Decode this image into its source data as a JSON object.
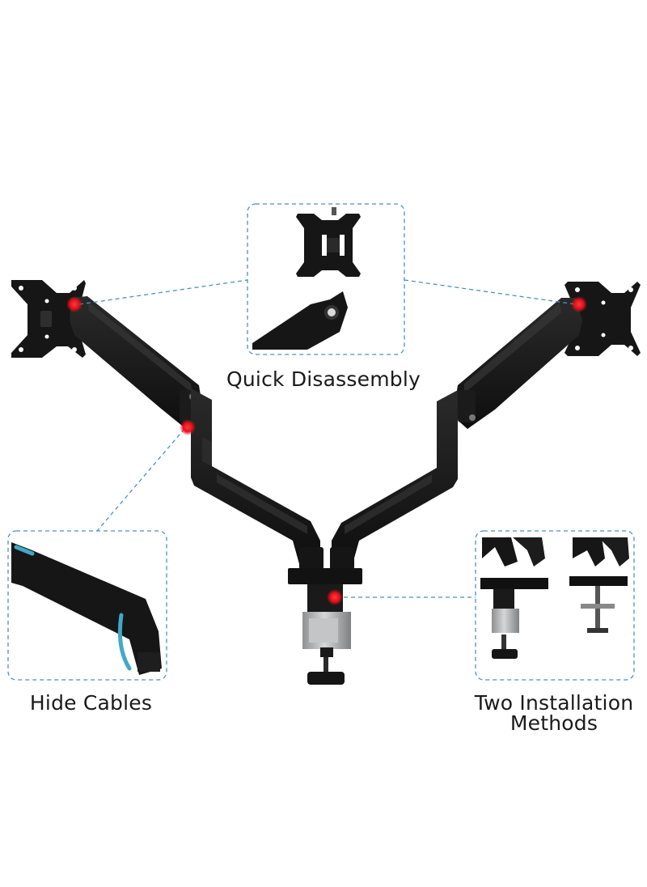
{
  "callouts": {
    "quick_disassembly": "Quick Disassembly",
    "hide_cables": "Hide Cables",
    "two_installation_line1": "Two Installation",
    "two_installation_line2": "Methods"
  },
  "colors": {
    "arm": "#161616",
    "arm_highlight": "#2e2e2e",
    "callout_border": "#4a90c8",
    "hotspot": "#e8101a",
    "clamp_metal": "#a7a9ab",
    "cable": "#3fa9c6"
  },
  "icons": [
    "vesa-plate-left",
    "vesa-plate-right",
    "desk-clamp",
    "gas-spring-arm"
  ]
}
